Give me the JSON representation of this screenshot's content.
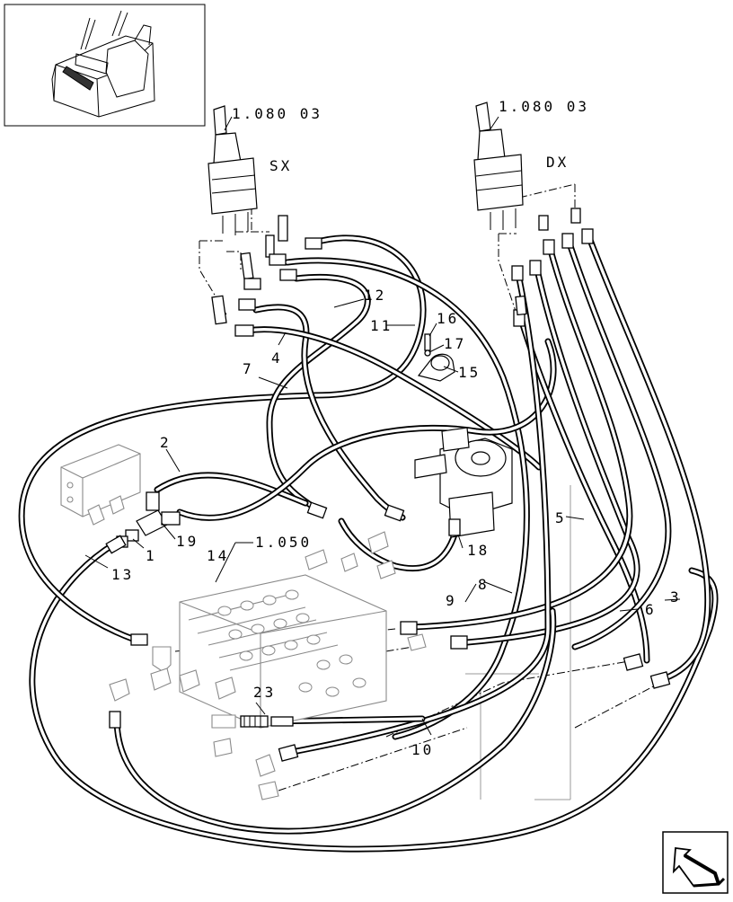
{
  "labels": {
    "ref_left": "1.080 03",
    "ref_right": "1.080 03",
    "side_left": "SX",
    "side_right": "DX",
    "ref_valve": "1.050",
    "n1": "1",
    "n2": "2",
    "n3": "3",
    "n4": "4",
    "n5": "5",
    "n6": "6",
    "n7": "7",
    "n8": "8",
    "n9": "9",
    "n10": "10",
    "n11": "11",
    "n12": "12",
    "n13": "13",
    "n14": "14",
    "n15": "15",
    "n16": "16",
    "n17": "17",
    "n18": "18",
    "n19": "19",
    "n23": "23"
  },
  "icons": {
    "thumbnail": "machine-cab-thumbnail",
    "nav": "next-page-arrow-icon"
  }
}
